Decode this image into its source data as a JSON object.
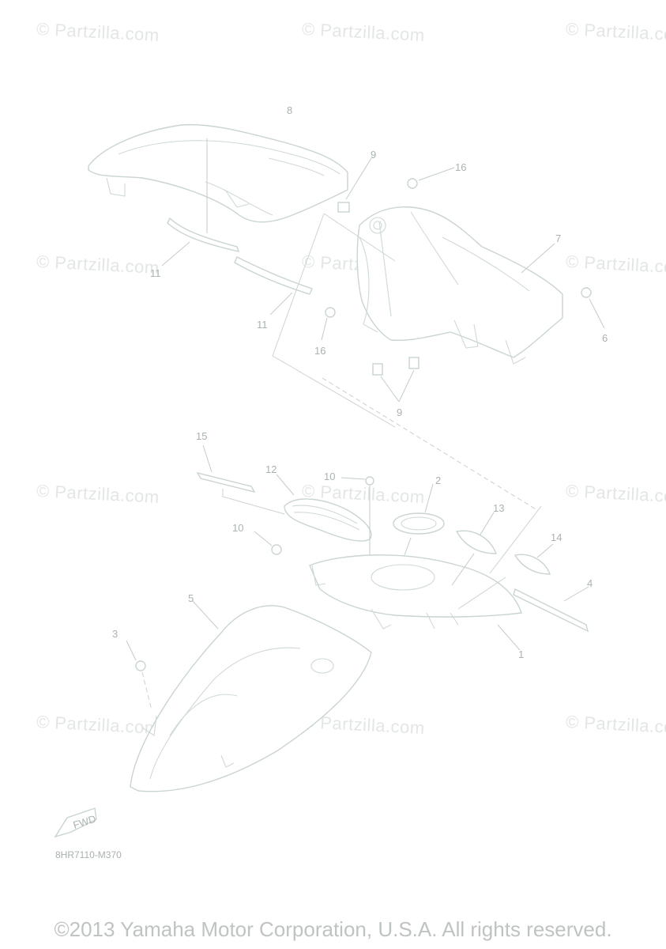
{
  "watermark_text": "© Partzilla.com",
  "callouts": {
    "c1": "1",
    "c2": "2",
    "c3": "3",
    "c4": "4",
    "c5": "5",
    "c6": "6",
    "c7": "7",
    "c8": "8",
    "c9a": "9",
    "c9b": "9",
    "c10a": "10",
    "c10b": "10",
    "c11a": "11",
    "c11b": "11",
    "c12": "12",
    "c13": "13",
    "c14": "14",
    "c15": "15",
    "c16a": "16",
    "c16b": "16"
  },
  "fwd_label": "FWD",
  "diagram_code": "8HR7110-M370",
  "copyright": "©2013 Yamaha Motor Corporation, U.S.A. All rights reserved."
}
